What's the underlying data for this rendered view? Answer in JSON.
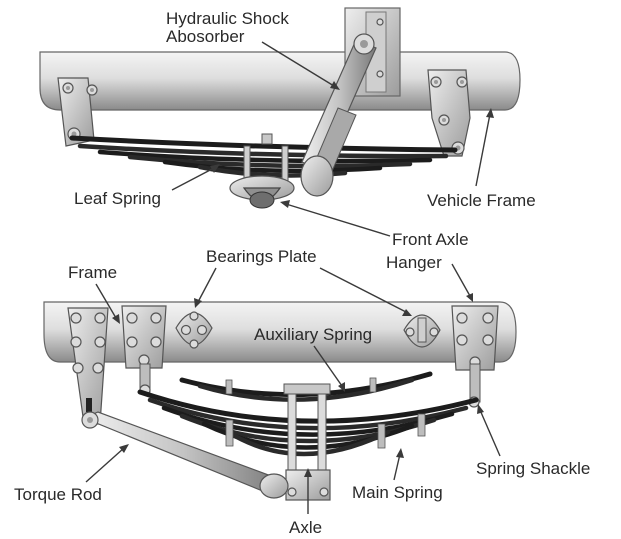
{
  "top_diagram": {
    "labels": {
      "hydraulic_shock_line1": "Hydraulic Shock",
      "hydraulic_shock_line2": "Abosorber",
      "leaf_spring": "Leaf Spring",
      "vehicle_frame": "Vehicle Frame",
      "front_axle": "Front Axle"
    }
  },
  "bottom_diagram": {
    "labels": {
      "frame": "Frame",
      "bearings_plate": "Bearings Plate",
      "hanger": "Hanger",
      "auxiliary_spring": "Auxiliary Spring",
      "torque_rod": "Torque Rod",
      "main_spring": "Main Spring",
      "spring_shackle": "Spring Shackle",
      "axle": "Axle"
    }
  },
  "colors": {
    "metal_light": "#e6e6e6",
    "metal_mid": "#b8b8b8",
    "metal_dark": "#6e6e6e",
    "spring_black": "#1c1c1c",
    "label_text": "#2a2a2a"
  }
}
